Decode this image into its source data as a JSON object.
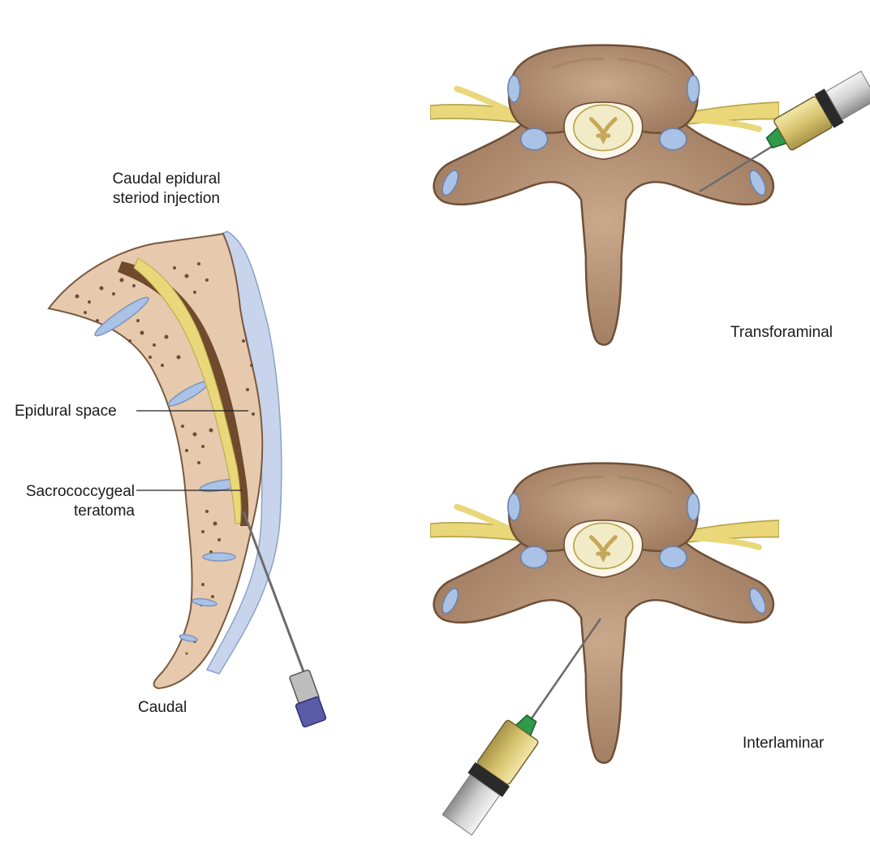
{
  "caudal_panel": {
    "title_line1": "Caudal epidural",
    "title_line2": "steriod injection",
    "label_epidural": "Epidural space",
    "label_sacro_line1": "Sacrococcygeal",
    "label_sacro_line2": "teratoma",
    "caption": "Caudal"
  },
  "transforaminal_panel": {
    "caption": "Transforaminal"
  },
  "interlaminar_panel": {
    "caption": "Interlaminar"
  },
  "colors": {
    "bone": "#b08a6c",
    "bone_light": "#e7c9ad",
    "nerve": "#e9d77a",
    "disc": "#a9c2e6",
    "epidural": "#6f4a2c",
    "syringe": "#d9c77a",
    "needle_hub": "#2f9a4a"
  }
}
